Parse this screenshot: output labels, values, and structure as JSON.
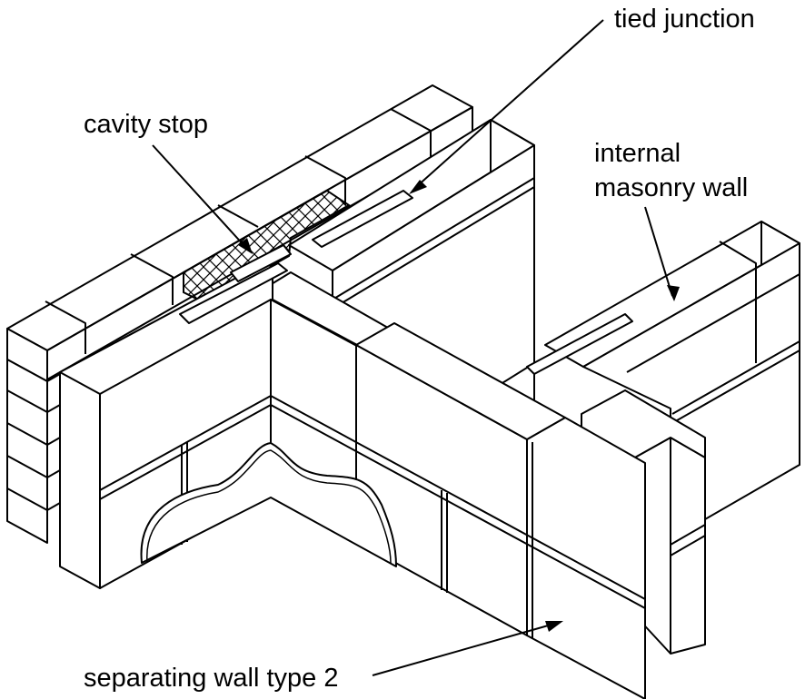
{
  "labels": {
    "tied_junction": "tied junction",
    "cavity_stop": "cavity stop",
    "internal_wall_line1": "internal",
    "internal_wall_line2": "masonry wall",
    "separating_wall": "separating wall type 2"
  },
  "colors": {
    "stroke": "#000000",
    "background": "#ffffff"
  }
}
